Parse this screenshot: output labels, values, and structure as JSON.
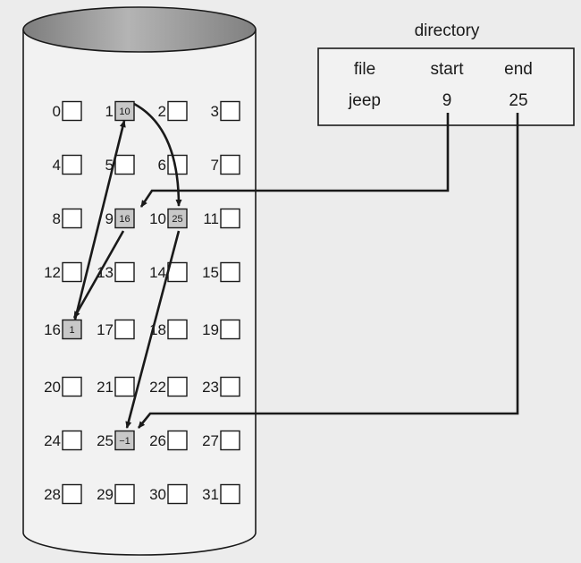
{
  "directory": {
    "title": "directory",
    "headers": {
      "file": "file",
      "start": "start",
      "end": "end"
    },
    "row": {
      "file": "jeep",
      "start": "9",
      "end": "25"
    }
  },
  "disk": {
    "blocks": [
      {
        "n": "0",
        "v": ""
      },
      {
        "n": "1",
        "v": "10"
      },
      {
        "n": "2",
        "v": ""
      },
      {
        "n": "3",
        "v": ""
      },
      {
        "n": "4",
        "v": ""
      },
      {
        "n": "5",
        "v": ""
      },
      {
        "n": "6",
        "v": ""
      },
      {
        "n": "7",
        "v": ""
      },
      {
        "n": "8",
        "v": ""
      },
      {
        "n": "9",
        "v": "16"
      },
      {
        "n": "10",
        "v": "25"
      },
      {
        "n": "11",
        "v": ""
      },
      {
        "n": "12",
        "v": ""
      },
      {
        "n": "13",
        "v": ""
      },
      {
        "n": "14",
        "v": ""
      },
      {
        "n": "15",
        "v": ""
      },
      {
        "n": "16",
        "v": "1"
      },
      {
        "n": "17",
        "v": ""
      },
      {
        "n": "18",
        "v": ""
      },
      {
        "n": "19",
        "v": ""
      },
      {
        "n": "20",
        "v": ""
      },
      {
        "n": "21",
        "v": ""
      },
      {
        "n": "22",
        "v": ""
      },
      {
        "n": "23",
        "v": ""
      },
      {
        "n": "24",
        "v": ""
      },
      {
        "n": "25",
        "v": "−1"
      },
      {
        "n": "26",
        "v": ""
      },
      {
        "n": "27",
        "v": ""
      },
      {
        "n": "28",
        "v": ""
      },
      {
        "n": "29",
        "v": ""
      },
      {
        "n": "30",
        "v": ""
      },
      {
        "n": "31",
        "v": ""
      }
    ]
  },
  "colors": {
    "background": "#ececec",
    "cylinder_top": "#9a9a9a",
    "used_block": "#c8c8c8",
    "ink": "#1a1a1a"
  }
}
